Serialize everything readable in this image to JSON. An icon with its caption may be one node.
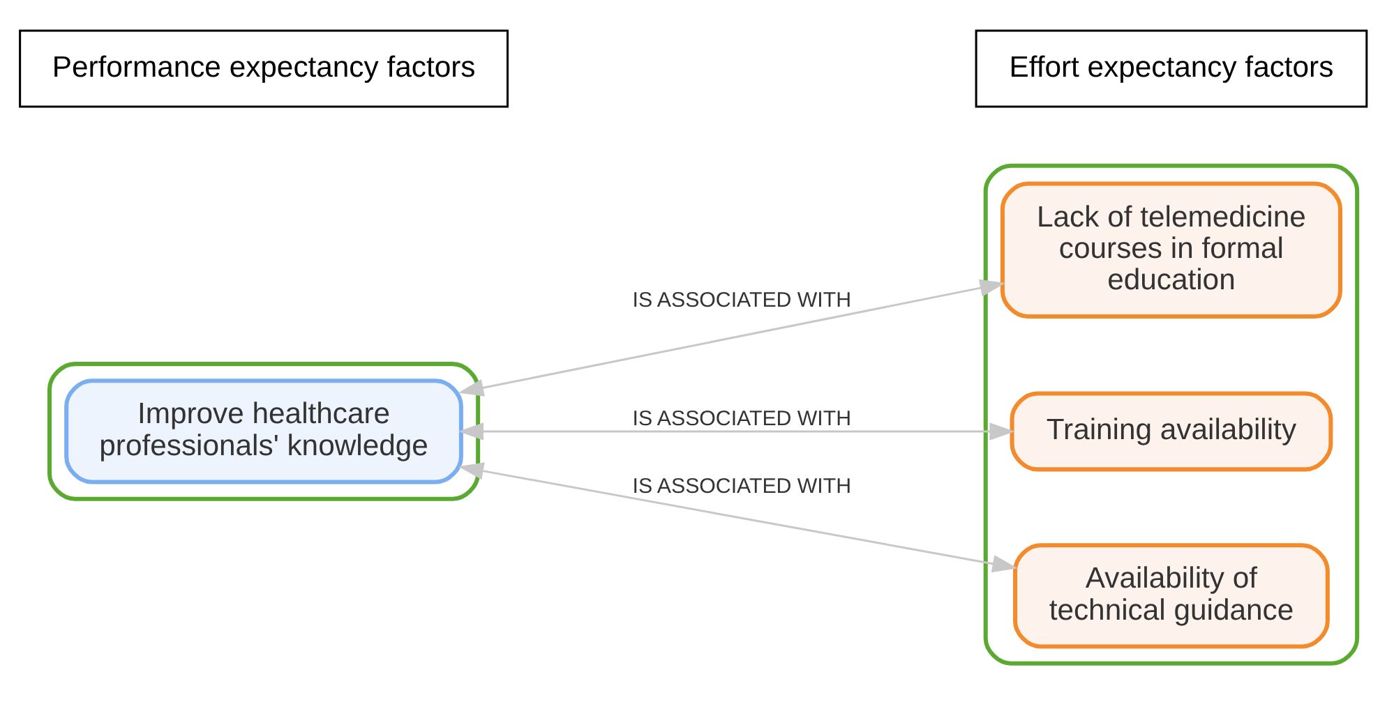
{
  "diagram": {
    "nodes": [
      {
        "text": [
          "Performance expectancy factors"
        ]
      },
      {
        "text": [
          "Effort expectancy factors"
        ]
      },
      {
        "text": [],
        "shape": "box"
      },
      {
        "text": [
          "Improve healthcare professionals' knowledge"
        ],
        "in": 2
      },
      {
        "text": [],
        "shape": "box"
      },
      {
        "text": [
          "Lack of telemedicine courses in formal education"
        ],
        "in": 4
      },
      {
        "text": [
          "Training availability"
        ],
        "in": 4
      },
      {
        "text": [
          "Availability of technical guidance"
        ],
        "in": 4
      }
    ],
    "edges": [
      {
        "from": 3,
        "to": 5,
        "arrow": "both",
        "label": "IS ASSOCIATED WITH"
      },
      {
        "from": 3,
        "to": 6,
        "arrow": "both",
        "label": "IS ASSOCIATED WITH"
      },
      {
        "from": 3,
        "to": 7,
        "arrow": "both",
        "label": "IS ASSOCIATED WITH"
      }
    ]
  }
}
